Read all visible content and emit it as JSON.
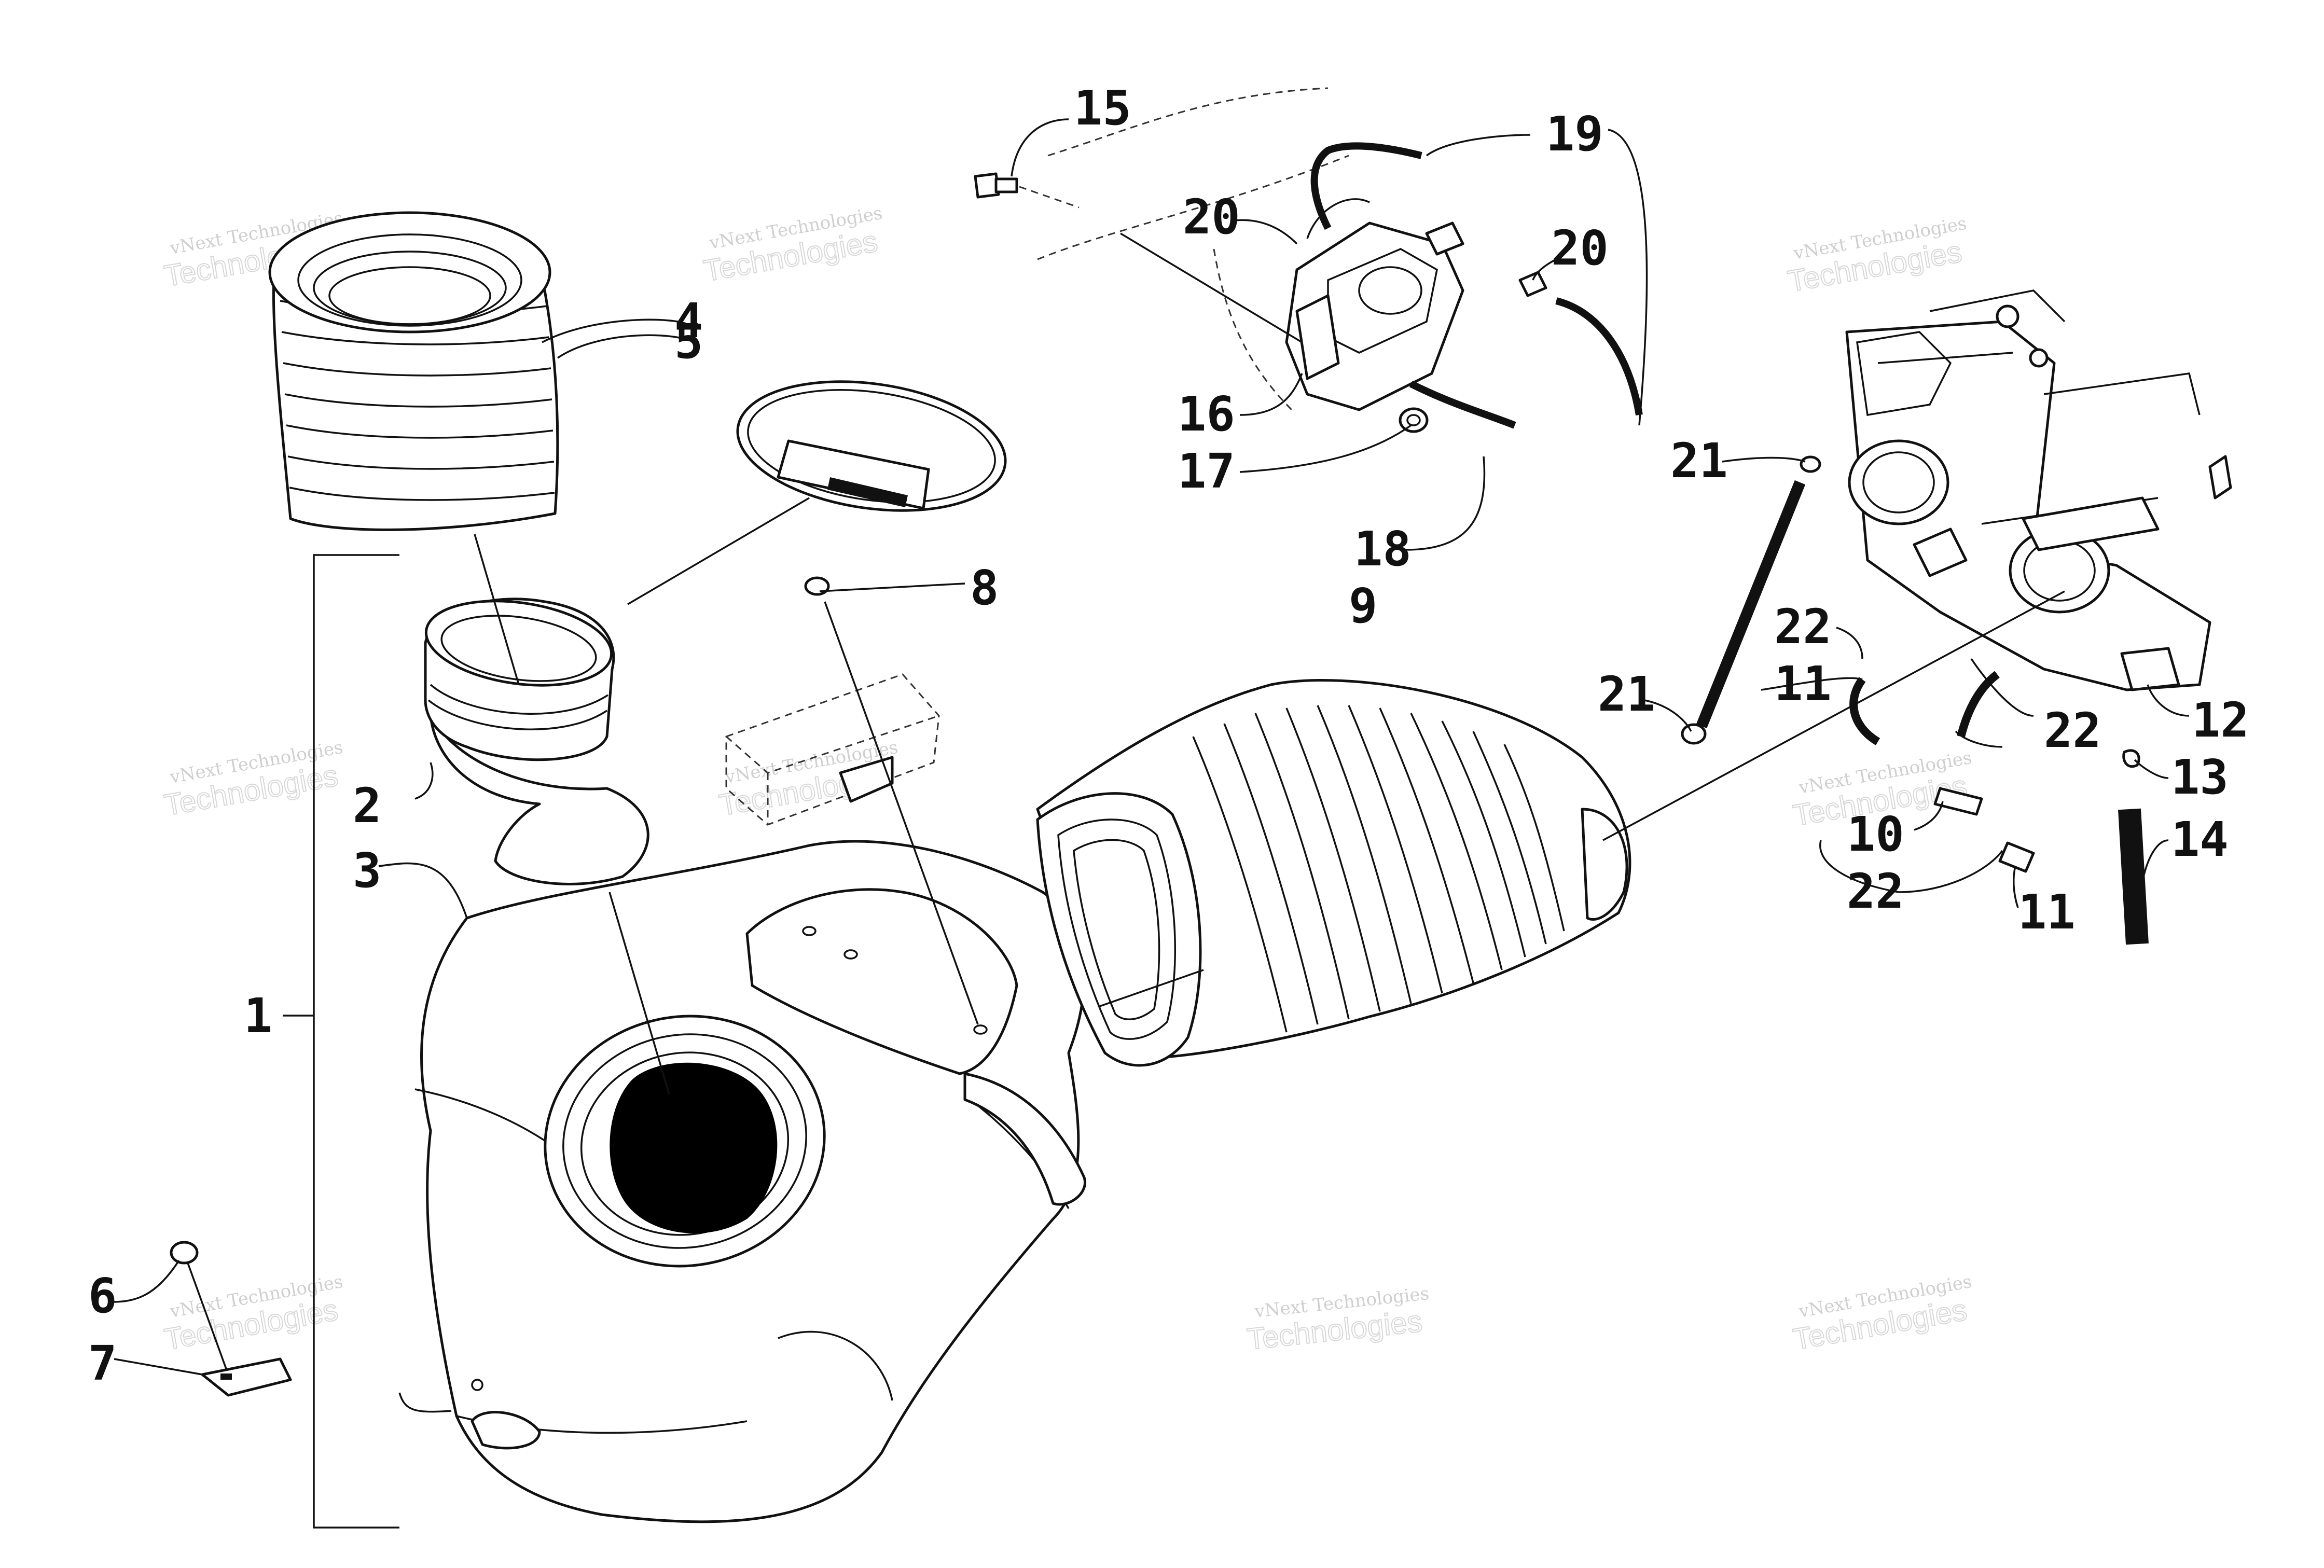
{
  "callouts": [
    "1",
    "2",
    "3",
    "4",
    "5",
    "6",
    "7",
    "8",
    "9",
    "10",
    "11",
    "11",
    "12",
    "13",
    "14",
    "15",
    "16",
    "17",
    "18",
    "19",
    "20",
    "20",
    "21",
    "21",
    "22",
    "22",
    "22"
  ],
  "watermark": {
    "line1": "vNext Technologies",
    "line2": "Technologies"
  },
  "colors": {
    "line": "#111111",
    "background": "#ffffff",
    "watermark": "#d0d0d0",
    "opening": "#000000"
  }
}
